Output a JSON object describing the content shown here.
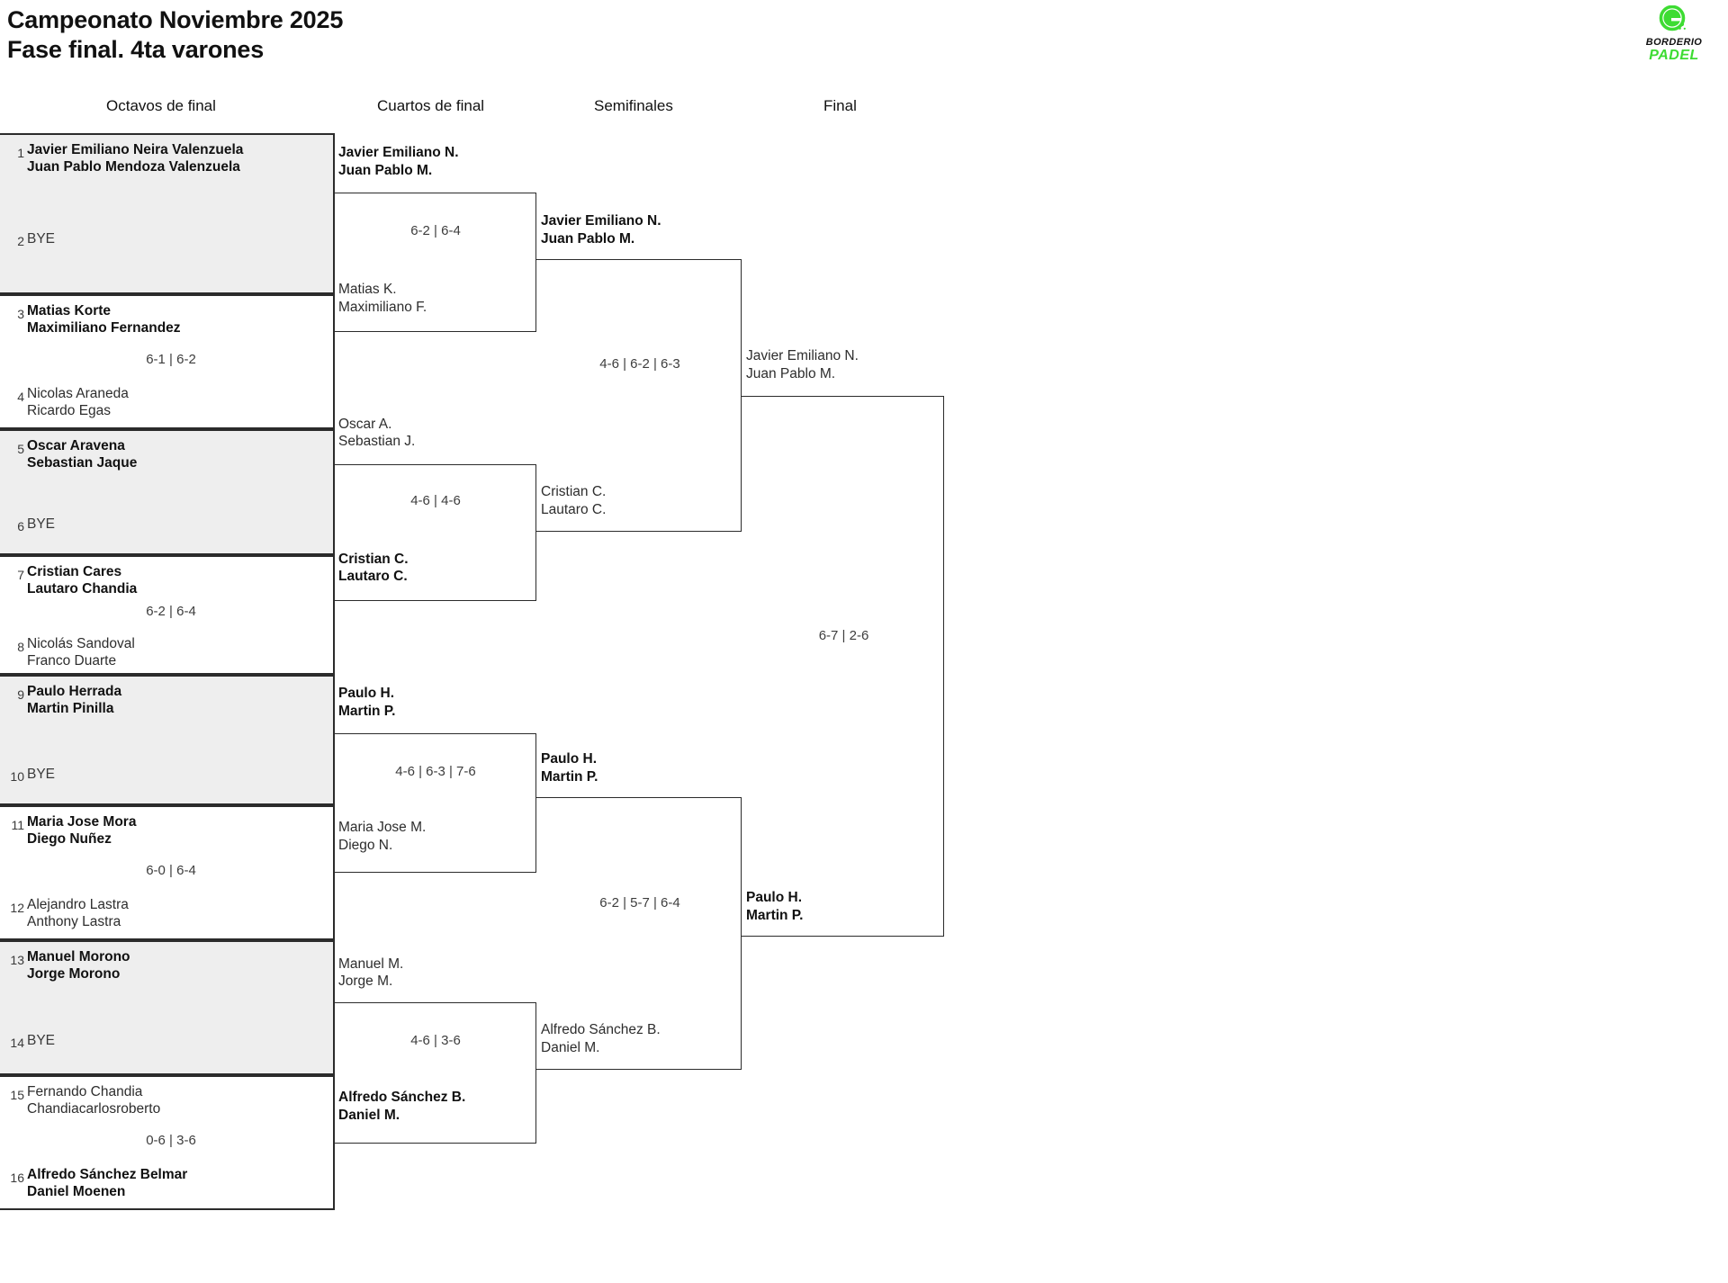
{
  "header": {
    "title_line1": "Campeonato Noviembre 2025",
    "title_line2": "Fase final. 4ta varones"
  },
  "logo": {
    "word1": "BORDERIO",
    "word2": "PADEL",
    "mark": "padel-circle-icon",
    "green": "#3ddc32"
  },
  "rounds": [
    {
      "label": "Octavos de final"
    },
    {
      "label": "Cuartos de final"
    },
    {
      "label": "Semifinales"
    },
    {
      "label": "Final"
    }
  ],
  "round1": {
    "matches": [
      {
        "top": {
          "seed": "1",
          "line1": "Javier Emiliano Neira Valenzuela",
          "line2": "Juan Pablo Mendoza Valenzuela",
          "winner": true
        },
        "bottom": {
          "seed": "2",
          "line1": "BYE",
          "line2": "",
          "winner": false,
          "bye": true
        },
        "score": "",
        "shaded": true
      },
      {
        "top": {
          "seed": "3",
          "line1": "Matias Korte",
          "line2": "Maximiliano Fernandez",
          "winner": true
        },
        "bottom": {
          "seed": "4",
          "line1": "Nicolas Araneda",
          "line2": "Ricardo Egas",
          "winner": false
        },
        "score": "6-1 | 6-2",
        "shaded": false
      },
      {
        "top": {
          "seed": "5",
          "line1": "Oscar Aravena",
          "line2": "Sebastian Jaque",
          "winner": true
        },
        "bottom": {
          "seed": "6",
          "line1": "BYE",
          "line2": "",
          "winner": false,
          "bye": true
        },
        "score": "",
        "shaded": true
      },
      {
        "top": {
          "seed": "7",
          "line1": "Cristian Cares",
          "line2": "Lautaro Chandia",
          "winner": true
        },
        "bottom": {
          "seed": "8",
          "line1": "Nicolás Sandoval",
          "line2": "Franco Duarte",
          "winner": false
        },
        "score": "6-2 | 6-4",
        "shaded": false
      },
      {
        "top": {
          "seed": "9",
          "line1": "Paulo Herrada",
          "line2": "Martin Pinilla",
          "winner": true
        },
        "bottom": {
          "seed": "10",
          "line1": "BYE",
          "line2": "",
          "winner": false,
          "bye": true
        },
        "score": "",
        "shaded": true
      },
      {
        "top": {
          "seed": "11",
          "line1": "Maria Jose Mora",
          "line2": "Diego Nuñez",
          "winner": true
        },
        "bottom": {
          "seed": "12",
          "line1": "Alejandro Lastra",
          "line2": "Anthony Lastra",
          "winner": false
        },
        "score": "6-0 | 6-4",
        "shaded": false
      },
      {
        "top": {
          "seed": "13",
          "line1": "Manuel Morono",
          "line2": "Jorge Morono",
          "winner": true
        },
        "bottom": {
          "seed": "14",
          "line1": "BYE",
          "line2": "",
          "winner": false,
          "bye": true
        },
        "score": "",
        "shaded": true
      },
      {
        "top": {
          "seed": "15",
          "line1": "Fernando Chandia",
          "line2": "Chandiacarlosroberto",
          "winner": false
        },
        "bottom": {
          "seed": "16",
          "line1": "Alfredo Sánchez Belmar",
          "line2": "Daniel Moenen",
          "winner": true
        },
        "score": "0-6 | 3-6",
        "shaded": false
      }
    ]
  },
  "round2": {
    "matches": [
      {
        "top": {
          "line1": "Javier Emiliano N.",
          "line2": "Juan Pablo M.",
          "winner": true
        },
        "bottom": {
          "line1": "Matias K.",
          "line2": "Maximiliano F.",
          "winner": false
        },
        "score": "6-2 | 6-4"
      },
      {
        "top": {
          "line1": "Oscar A.",
          "line2": "Sebastian J.",
          "winner": false
        },
        "bottom": {
          "line1": "Cristian C.",
          "line2": "Lautaro C.",
          "winner": true
        },
        "score": "4-6 | 4-6"
      },
      {
        "top": {
          "line1": "Paulo H.",
          "line2": "Martin P.",
          "winner": true
        },
        "bottom": {
          "line1": "Maria Jose M.",
          "line2": "Diego N.",
          "winner": false
        },
        "score": "4-6 | 6-3 | 7-6"
      },
      {
        "top": {
          "line1": "Manuel M.",
          "line2": "Jorge M.",
          "winner": false
        },
        "bottom": {
          "line1": "Alfredo Sánchez B.",
          "line2": "Daniel M.",
          "winner": true
        },
        "score": "4-6 | 3-6"
      }
    ]
  },
  "round3": {
    "matches": [
      {
        "top": {
          "line1": "Javier Emiliano N.",
          "line2": "Juan Pablo M.",
          "winner": true
        },
        "bottom": {
          "line1": "Cristian C.",
          "line2": "Lautaro C.",
          "winner": false
        },
        "score": "4-6 | 6-2 | 6-3"
      },
      {
        "top": {
          "line1": "Paulo H.",
          "line2": "Martin P.",
          "winner": true
        },
        "bottom": {
          "line1": "Alfredo Sánchez B.",
          "line2": "Daniel M.",
          "winner": false
        },
        "score": "6-2 | 5-7 | 6-4"
      }
    ]
  },
  "round4": {
    "matches": [
      {
        "top": {
          "line1": "Javier Emiliano N.",
          "line2": "Juan Pablo M.",
          "winner": false
        },
        "bottom": {
          "line1": "Paulo H.",
          "line2": "Martin P.",
          "winner": true
        },
        "score": "6-7 | 2-6"
      }
    ]
  }
}
